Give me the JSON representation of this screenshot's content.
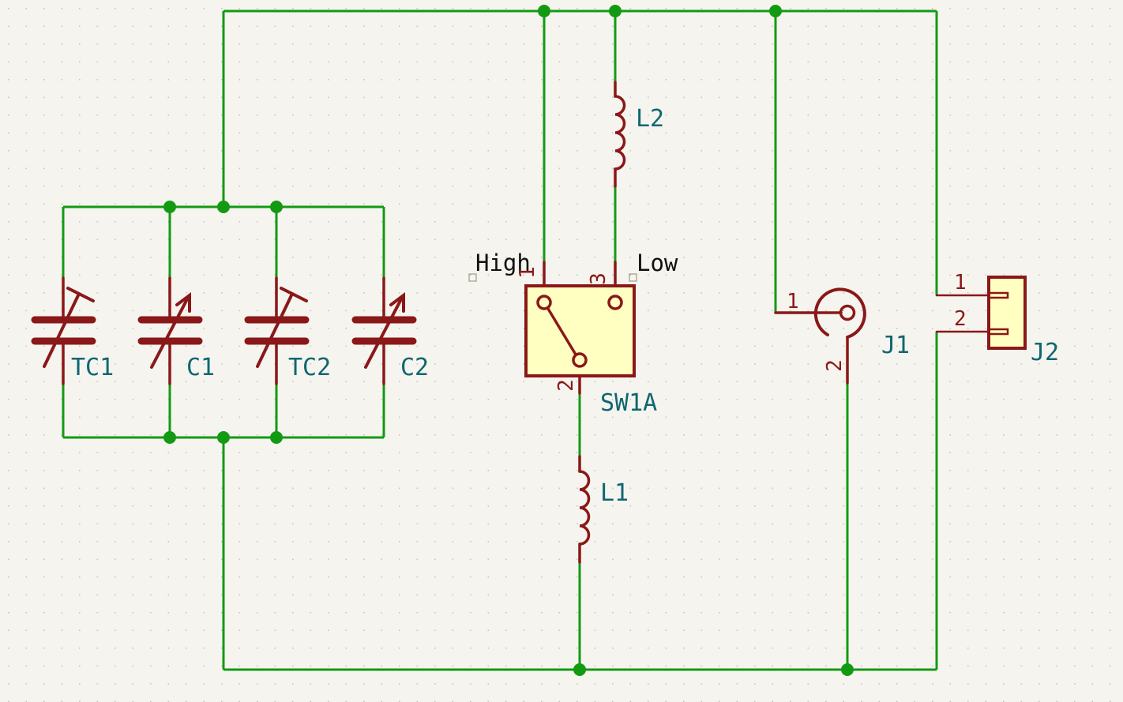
{
  "components": {
    "tc1": {
      "ref": "TC1"
    },
    "c1": {
      "ref": "C1"
    },
    "tc2": {
      "ref": "TC2"
    },
    "c2": {
      "ref": "C2"
    },
    "l1": {
      "ref": "L1"
    },
    "l2": {
      "ref": "L2"
    },
    "sw1a": {
      "ref": "SW1A",
      "pin1": "1",
      "pin2": "2",
      "pin3": "3"
    },
    "j1": {
      "ref": "J1",
      "pin1": "1",
      "pin2": "2"
    },
    "j2": {
      "ref": "J2",
      "pin1": "1",
      "pin2": "2"
    }
  },
  "net_labels": {
    "high": "High",
    "low": "Low"
  },
  "colors": {
    "background": "#f5f4ef",
    "wire": "#139a13",
    "symbol": "#8a1818",
    "symbol_fill": "#ffffc2",
    "reference": "#0f6670"
  }
}
